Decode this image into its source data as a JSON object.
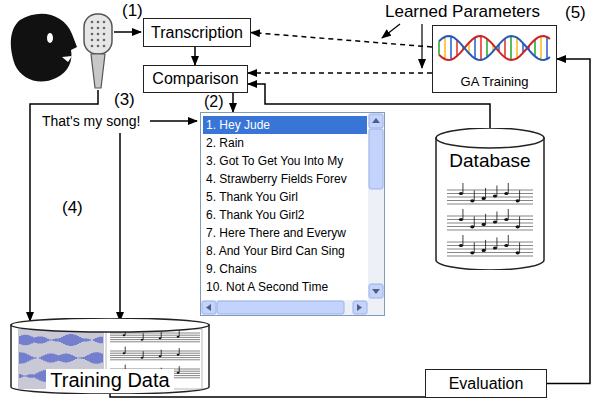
{
  "diagram": {
    "nodes": [
      {
        "text": [
          "Transcription"
        ]
      },
      {
        "text": [
          "Comparison"
        ]
      },
      {
        "text": [
          "GA Training"
        ]
      },
      {
        "text": [
          "1. Hey Jude",
          "2. Rain",
          "3. Got To Get You Into My",
          "4. Strawberry Fields Forev",
          "5. Thank You Girl",
          "6. Thank You Girl2",
          "7. Here There and Everyw",
          "8. And Your Bird Can Sing",
          "9. Chains",
          "10. Not A Second Time"
        ]
      },
      {
        "text": [
          "Database"
        ]
      },
      {
        "text": [
          "Training Data"
        ]
      },
      {
        "text": [
          "Evaluation"
        ]
      }
    ],
    "edges": [
      {
        "from": 0,
        "to": 1,
        "arrow": "to"
      },
      {
        "from": 1,
        "to": 3,
        "arrow": "to"
      },
      {
        "from": 4,
        "to": 1,
        "arrow": "to"
      },
      {
        "from": 2,
        "to": 0,
        "arrow": "to"
      },
      {
        "from": 2,
        "to": 1,
        "arrow": "to"
      },
      {
        "from": 5,
        "to": 6,
        "arrow": "none"
      },
      {
        "from": 6,
        "to": 2,
        "arrow": "to"
      }
    ],
    "labels": [
      "Learned Parameters",
      "(1)",
      "(5)",
      "(3)",
      "That's my song!",
      "(2)",
      "(4)"
    ]
  }
}
